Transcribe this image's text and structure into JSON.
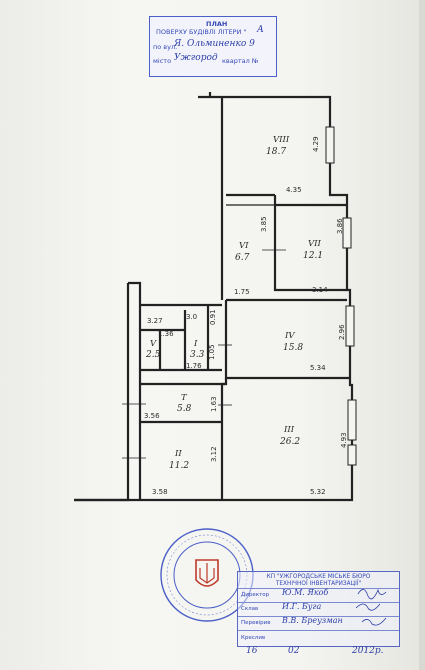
{
  "header": {
    "title": "ПЛАН",
    "subtitle": "ПОВЕРХУ БУДІВЛІ ЛІТЕРИ \"",
    "letter": "А",
    "street_label": "по вул.",
    "street_value": "Я. Ольминенко 9",
    "city_label": "місто",
    "city_value": "Ужгород",
    "quarter_label": "квартал №"
  },
  "rooms": [
    {
      "num": "VIII",
      "area": "18.7"
    },
    {
      "num": "VII",
      "area": "12.1"
    },
    {
      "num": "VI",
      "area": "6.7"
    },
    {
      "num": "IV",
      "area": "15.8"
    },
    {
      "num": "V",
      "area": "2.5"
    },
    {
      "num": "I",
      "area": "3.3"
    },
    {
      "num": "T",
      "area": "5.8"
    },
    {
      "num": "II",
      "area": "11.2"
    },
    {
      "num": "III",
      "area": "26.2"
    }
  ],
  "dimensions": {
    "d_4_29": "4.29",
    "d_4_35": "4.35",
    "d_3_85": "3.85",
    "d_3_86": "3.86",
    "d_1_75": "1.75",
    "d_3_14": "3.14",
    "d_3_27": "3.27",
    "d_3_0": "3.0",
    "d_0_91": "0.91",
    "d_1_36": "1.36",
    "d_1_05": "1.05",
    "d_1_76": "1.76",
    "d_2_96": "2.96",
    "d_5_34": "5.34",
    "d_1_63": "1.63",
    "d_3_56": "3.56",
    "d_4_93": "4.93",
    "d_3_12": "3.12",
    "d_3_58": "3.58",
    "d_5_32": "5.32"
  },
  "stamp": {
    "org_line1": "КП \"УЖГОРОДСЬКЕ МІСЬКЕ БЮРО",
    "org_line2": "ТЕХНІЧНОЇ ІНВЕНТАРИЗАЦІЇ\"",
    "director_label": "Директор",
    "director_value": "Ю.М. Якоб",
    "composed_label": "Склав",
    "composed_value": "И.Г. Буга",
    "checked_label": "Перевірив",
    "checked_value": "В.В. Бреузман",
    "drew_label": "Креслив",
    "date_day": "16",
    "date_month": "02",
    "date_year": "2012р."
  },
  "colors": {
    "ink": "#2a2a2a",
    "stamp_blue": "#3548b8",
    "seal_red": "#c0392b"
  }
}
